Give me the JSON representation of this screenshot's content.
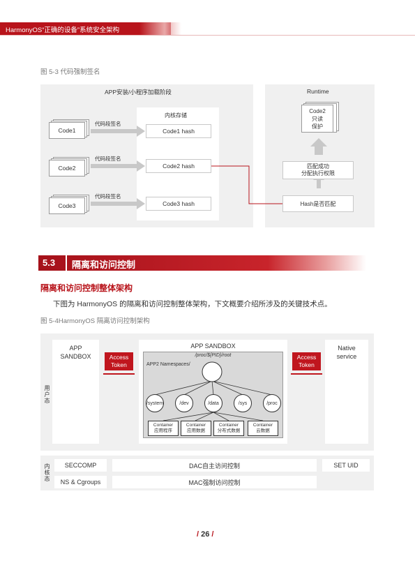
{
  "header": {
    "title": "HarmonyOS“正确的设备”系统安全架构"
  },
  "figure1": {
    "caption": "图 5-3 代码强制签名",
    "left_title": "APP安装/小程序加载阶段",
    "kernel_title": "内核存储",
    "codes": [
      "Code1",
      "Code2",
      "Code3"
    ],
    "arrow_label": "代码段签名",
    "hashes": [
      "Code1 hash",
      "Code2 hash",
      "Code3 hash"
    ],
    "runtime_title": "Runtime",
    "runtime_doc": [
      "Code2",
      "只读",
      "保护"
    ],
    "match_success": [
      "匹配成功",
      "分配执行权限"
    ],
    "hash_match": "Hash是否匹配"
  },
  "section": {
    "number": "5.3",
    "title": "隔离和访问控制"
  },
  "subheading": "隔离和访问控制整体架构",
  "body": "下图为 HarmonyOS 的隔离和访问控制整体架构，下文概要介绍所涉及的关键技术点。",
  "figure2": {
    "caption": "图 5-4HarmonyOS 隔离访问控制架构",
    "user_mode": "用户态",
    "kernel_mode": "内核态",
    "left_sandbox": [
      "APP",
      "SANDBOX"
    ],
    "access_token": [
      "Access",
      "Token"
    ],
    "center_title": "APP SANDBOX",
    "proc_path": "/proc/${PID}/root",
    "namespaces": "APP2 Namespaces/",
    "dirs": [
      "/system",
      "/dev",
      "/data",
      "/sys",
      "/proc"
    ],
    "containers": [
      [
        "Container",
        "应用程序"
      ],
      [
        "Container",
        "应用数据"
      ],
      [
        "Container",
        "分布式数据"
      ],
      [
        "Container",
        "云数据"
      ]
    ],
    "native_service": [
      "Native",
      "service"
    ],
    "kernel_rows": {
      "seccomp": "SECCOMP",
      "dac": "DAC自主访问控制",
      "setuid": "SET UID",
      "ns": "NS & Cgroups",
      "mac": "MAC强制访问控制"
    }
  },
  "page_number": "26",
  "colors": {
    "brand_red": "#b8141b",
    "panel_gray": "#f0f0f0"
  }
}
